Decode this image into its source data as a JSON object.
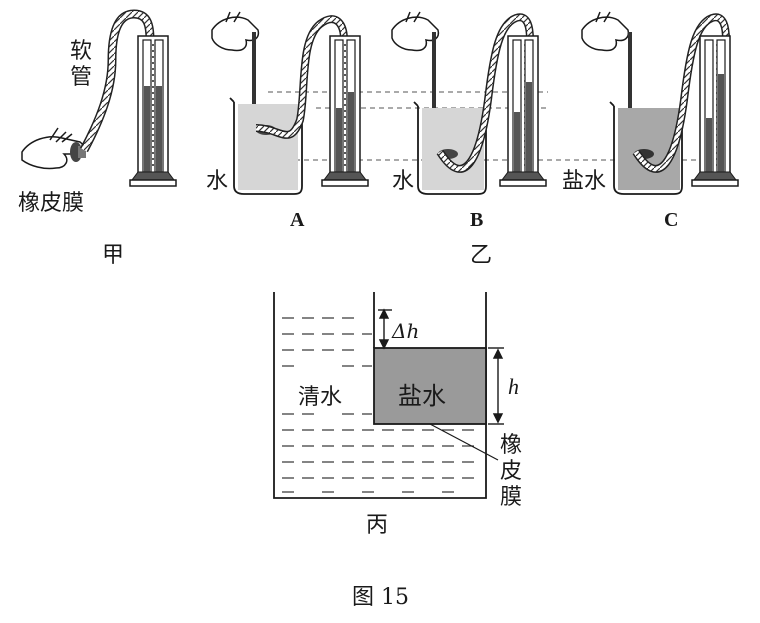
{
  "figure_caption": "图 15",
  "panel_jia": {
    "label": "甲",
    "tube_label_1": "软",
    "tube_label_2": "管",
    "membrane_label": "橡皮膜"
  },
  "panel_yi": {
    "label": "乙",
    "beakers": [
      {
        "letter": "A",
        "liquid": "水"
      },
      {
        "letter": "B",
        "liquid": "水"
      },
      {
        "letter": "C",
        "liquid": "盐水"
      }
    ]
  },
  "panel_bing": {
    "label": "丙",
    "left_liquid": "清水",
    "right_liquid": "盐水",
    "delta_h": "Δh",
    "h": "h",
    "membrane_1": "橡",
    "membrane_2": "皮",
    "membrane_3": "膜"
  },
  "colors": {
    "ink": "#1a1a1a",
    "water": "#d6d6d6",
    "salt_water": "#a8a8a8",
    "salt_block": "#9a9a9a",
    "manometer_liquid": "#555555"
  }
}
